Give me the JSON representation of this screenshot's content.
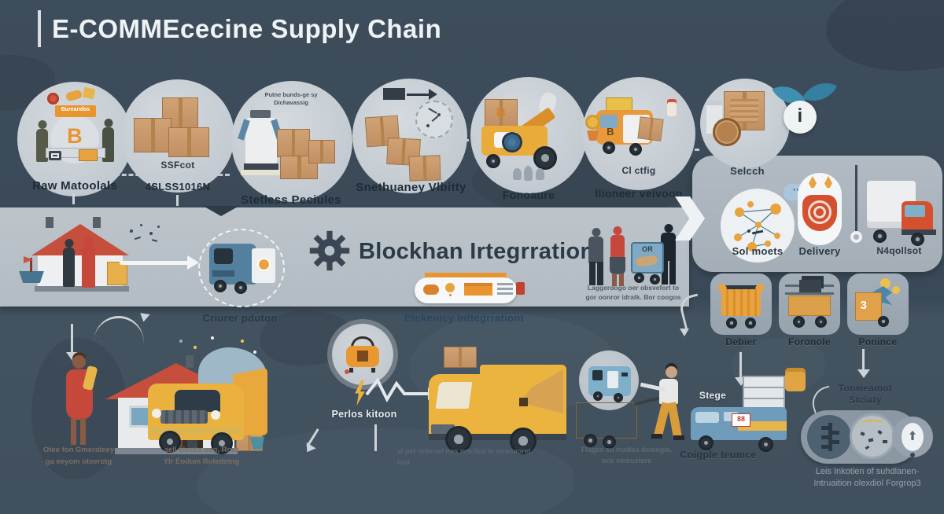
{
  "title": "E-COMMEcecine Supply Chain",
  "colors": {
    "background": "#3d4c5a",
    "band": "#b8c0c7",
    "panel": "#a9b3bc",
    "accent_orange": "#e8a33f",
    "accent_red": "#cf5240",
    "accent_blue": "#5d89a8",
    "circle": "#c9d0d7",
    "dark_text": "#1e2c38",
    "light_text": "#e6ebee"
  },
  "stages": [
    {
      "label": "Raw Matoolals",
      "badge": "Bureandos",
      "coin": "B"
    },
    {
      "label": "4SLSS1016N",
      "inner": "SSFcot"
    },
    {
      "label": "Stetless Peciules",
      "inner_line1": "Putne bunds-ge sy",
      "inner_line2": "Dichavassig"
    },
    {
      "label": "Snethuaney Vlbitty"
    },
    {
      "label": "Fonoaure",
      "coin": "B"
    },
    {
      "label": "Ilioneer veivoon",
      "inner": "Cl ctfig",
      "coin": "B"
    }
  ],
  "search": {
    "label": "Selcch",
    "info": "i"
  },
  "panel": {
    "bubble": "• • •",
    "items": [
      {
        "label": "Sol moets"
      },
      {
        "label": "Delivery"
      },
      {
        "label": "N4qollsot"
      }
    ]
  },
  "cards": [
    {
      "label": "Debier"
    },
    {
      "label": "Foronole"
    },
    {
      "label": "Ponince",
      "badge": "3"
    }
  ],
  "band": {
    "heading": "Blockhan Irtegrratior",
    "subheading": "Etckenicy Inttegrrationt",
    "van_label": "Criurer pduton",
    "cart_text": "OR",
    "caption_line1": "Laggerdogo oer obsvefort to",
    "caption_line2": "gor oonror idratk. Bor coogos"
  },
  "bottom": {
    "house_caption_line1": "Otee fon Gmerateey",
    "house_caption_line2": "ga eeyom oteerotg",
    "truck_caption_line1": "aell electis usg, Roer",
    "truck_caption_line2": "Ylr Eodom Roledetng",
    "kettle_label": "Perlos kitoon",
    "van_caption_line1": "al pet onlerrel ires wnclina le rerecaoret",
    "van_caption_line2": "hua",
    "cart_caption_line1": "Flagex su irudisa deioegia,",
    "cart_caption_line2": "oce cineustere",
    "stage_label": "Stege",
    "loaded_truck_caption": "Coigple teumce",
    "crate_tag": "88",
    "right_title_line1": "Tonweamot",
    "right_title_line2": "Stciaty",
    "right_caption_line1": "Leis Inkotien of suhdlanen-",
    "right_caption_line2": "Intruaition olexdiol Forgrop3"
  }
}
